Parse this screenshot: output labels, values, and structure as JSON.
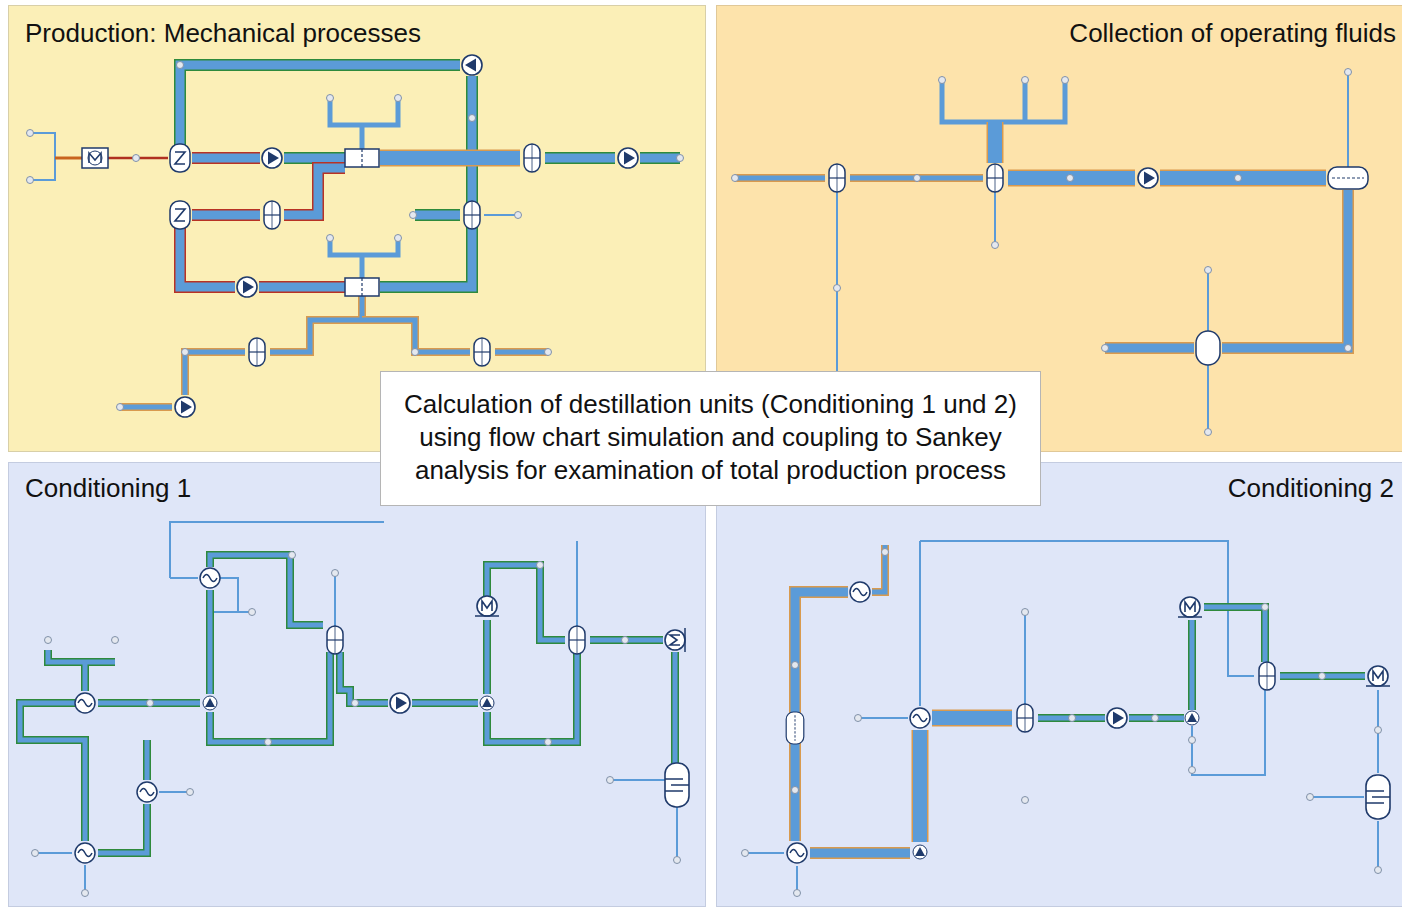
{
  "diagram": {
    "nodes": [
      {
        "text": [
          "Production: Mechanical processes"
        ]
      },
      {
        "text": [
          "Collection of operating fluids"
        ]
      },
      {
        "text": [
          "Calculation of destillation units (Conditioning 1 und 2) using flow chart simulation and coupling to Sankey analysis for examination of total production process"
        ]
      },
      {
        "text": [
          "Conditioning 1"
        ]
      },
      {
        "text": [
          "Conditioning 2"
        ]
      }
    ]
  }
}
